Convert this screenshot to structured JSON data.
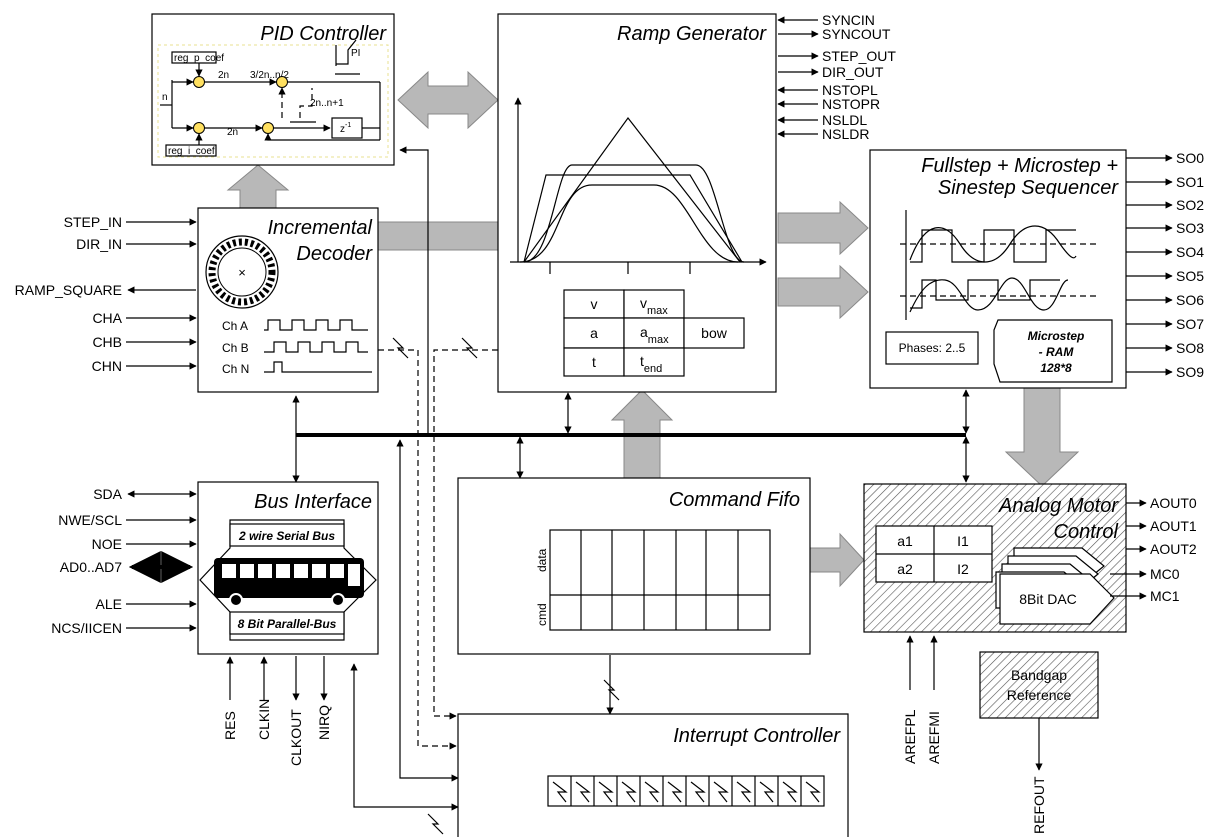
{
  "blocks": {
    "pid": "PID Controller",
    "ramp": "Ramp Generator",
    "seq_line1": "Fullstep + Microstep +",
    "seq_line2": "Sinestep Sequencer",
    "inc_line1": "Incremental",
    "inc_line2": "Decoder",
    "bus": "Bus Interface",
    "fifo": "Command Fifo",
    "amc_line1": "Analog Motor",
    "amc_line2": "Control",
    "irq": "Interrupt Controller",
    "bandgap_line1": "Bandgap",
    "bandgap_line2": "Reference"
  },
  "pid_detail": {
    "reg_p": "reg_p_coef",
    "reg_i": "reg_i_coef",
    "pi": "PI",
    "w_2n_a": "2n",
    "w_frac": "3/2n..n/2",
    "w_n": "n",
    "w_2n_b": "2n",
    "w_range": "2n..n+1",
    "z": "z",
    "z_exp": "-1"
  },
  "ramp_table": {
    "v": "v",
    "vmax": "v",
    "vmax_sub": "max",
    "a": "a",
    "amax": "a",
    "amax_sub": "max",
    "bow": "bow",
    "t": "t",
    "tend": "t",
    "tend_sub": "end"
  },
  "sequencer": {
    "phases": "Phases: 2..5",
    "ram_line1": "Microstep",
    "ram_line2": "- RAM",
    "ram_line3": "128*8"
  },
  "decoder": {
    "cha": "Ch A",
    "chb": "Ch B",
    "chn": "Ch N"
  },
  "bus_detail": {
    "serial": "2 wire Serial Bus",
    "parallel": "8 Bit Parallel-Bus"
  },
  "fifo_detail": {
    "data": "data",
    "cmd": "cmd"
  },
  "amc_detail": {
    "a1": "a1",
    "i1": "I1",
    "a2": "a2",
    "i2": "I2",
    "dac": "8Bit DAC"
  },
  "signals": {
    "ramp_right": [
      "SYNCIN",
      "SYNCOUT",
      "STEP_OUT",
      "DIR_OUT",
      "NSTOPL",
      "NSTOPR",
      "NSLDL",
      "NSLDR"
    ],
    "so": [
      "SO0",
      "SO1",
      "SO2",
      "SO3",
      "SO4",
      "SO5",
      "SO6",
      "SO7",
      "SO8",
      "SO9"
    ],
    "decoder_left": [
      "STEP_IN",
      "DIR_IN",
      "RAMP_SQUARE",
      "CHA",
      "CHB",
      "CHN"
    ],
    "bus_left": [
      "SDA",
      "NWE/SCL",
      "NOE",
      "AD0..AD7",
      "ALE",
      "NCS/IICEN"
    ],
    "bus_bottom": [
      "RES",
      "CLKIN",
      "CLKOUT",
      "NIRQ"
    ],
    "amc_out": [
      "AOUT0",
      "AOUT1",
      "AOUT2",
      "MC0",
      "MC1"
    ],
    "amc_ref": [
      "AREFPL",
      "AREFMI"
    ],
    "refout": "REFOUT"
  }
}
